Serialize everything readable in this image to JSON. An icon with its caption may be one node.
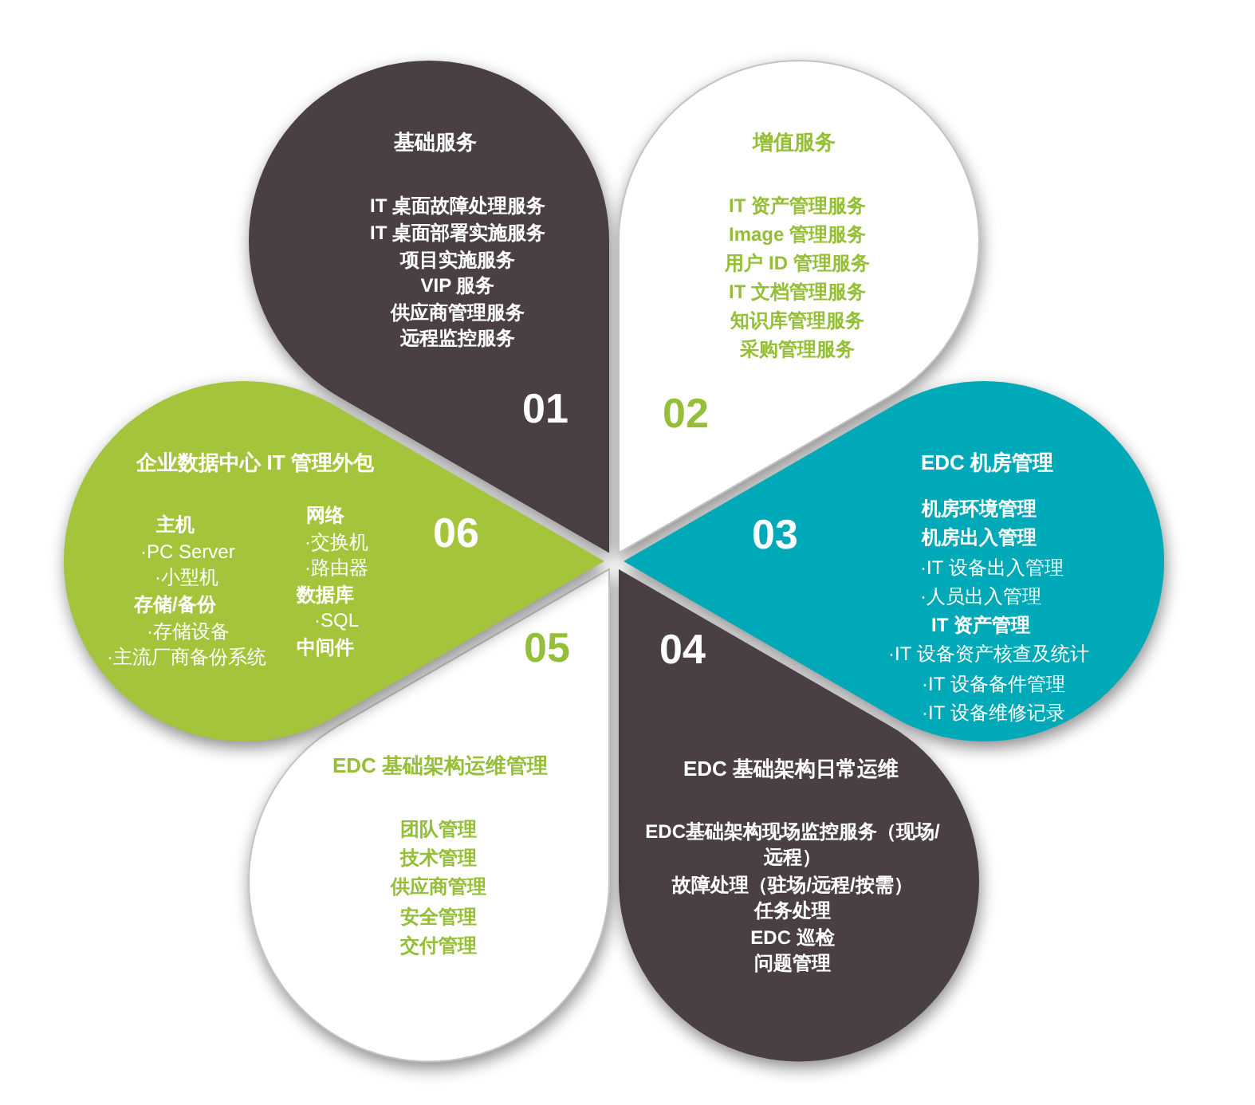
{
  "diagram": {
    "nodes": [
      {
        "text": [
          "01",
          "基础服务",
          "IT 桌面故障处理服务",
          "IT 桌面部署实施服务",
          "项目实施服务",
          "VIP 服务",
          "供应商管理服务",
          "远程监控服务"
        ]
      },
      {
        "text": [
          "02",
          "增值服务",
          "IT 资产管理服务",
          "Image 管理服务",
          "用户 ID 管理服务",
          "IT 文档管理服务",
          "知识库管理服务",
          "采购管理服务"
        ]
      },
      {
        "text": [
          "03",
          "EDC 机房管理",
          "机房环境管理",
          "机房出入管理",
          "·IT 设备出入管理",
          "·人员出入管理",
          "IT 资产管理",
          "·IT 设备资产核查及统计",
          "·IT 设备备件管理",
          "·IT 设备维修记录"
        ]
      },
      {
        "text": [
          "04",
          "EDC 基础架构日常运维",
          "EDC基础架构现场监控服务（现场/远程）",
          "故障处理（驻场/远程/按需）",
          "任务处理",
          "EDC 巡检",
          "问题管理"
        ]
      },
      {
        "text": [
          "05",
          "EDC 基础架构运维管理",
          "团队管理",
          "技术管理",
          "供应商管理",
          "安全管理",
          "交付管理"
        ]
      },
      {
        "text": [
          "06",
          "企业数据中心 IT 管理外包",
          "主机",
          "·PC Server",
          "·小型机",
          "存储/备份",
          "·存储设备",
          "·主流厂商备份系统",
          "网络",
          "·交换机",
          "·路由器",
          "数据库",
          "·SQL",
          "中间件"
        ]
      }
    ]
  }
}
